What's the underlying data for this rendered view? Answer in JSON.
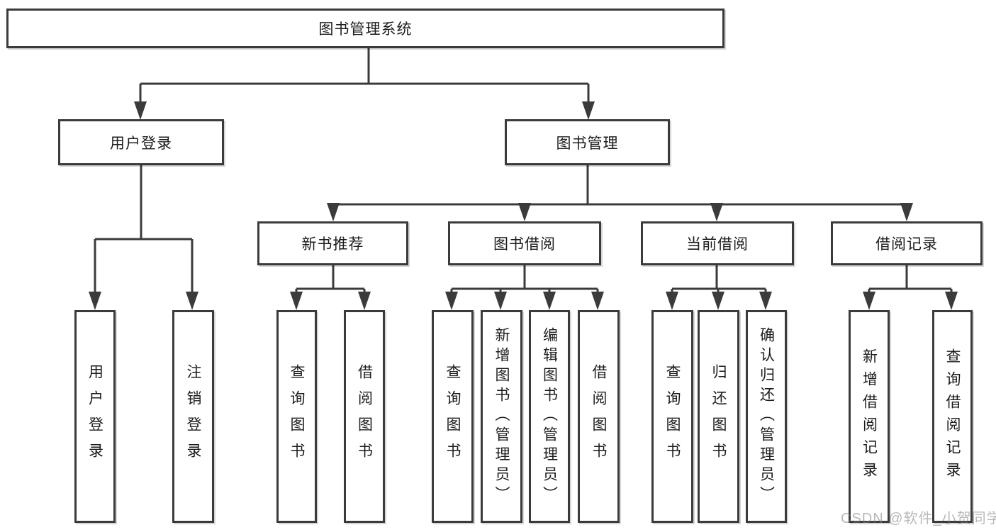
{
  "diagram": {
    "root": "图书管理系统",
    "level2": {
      "user_login": "用户登录",
      "book_management": "图书管理"
    },
    "level3": {
      "new_book_recommend": "新书推荐",
      "book_borrowing": "图书借阅",
      "current_borrowing": "当前借阅",
      "borrowing_records": "借阅记录"
    },
    "leaves": {
      "user_login": "用户登录",
      "user_logout": "注销登录",
      "nb_query_books": "查询图书",
      "nb_borrow_books": "借阅图书",
      "bb_query_books": "查询图书",
      "bb_add_books_admin": "新增图书（管理员）",
      "bb_edit_books_admin": "编辑图书（管理员）",
      "bb_borrow_books": "借阅图书",
      "cb_query_books": "查询图书",
      "cb_return_books": "归还图书",
      "cb_confirm_return_admin": "确认归还（管理员）",
      "br_add_record": "新增借阅记录",
      "br_query_record": "查询借阅记录"
    }
  },
  "watermark": "CSDN @软件_小贺同学",
  "colors": {
    "line": "#3b3b3b",
    "text": "#1c1c1c",
    "box_background": "#ffffff",
    "watermark": "#7d7d7d",
    "background": "#ffffff"
  }
}
